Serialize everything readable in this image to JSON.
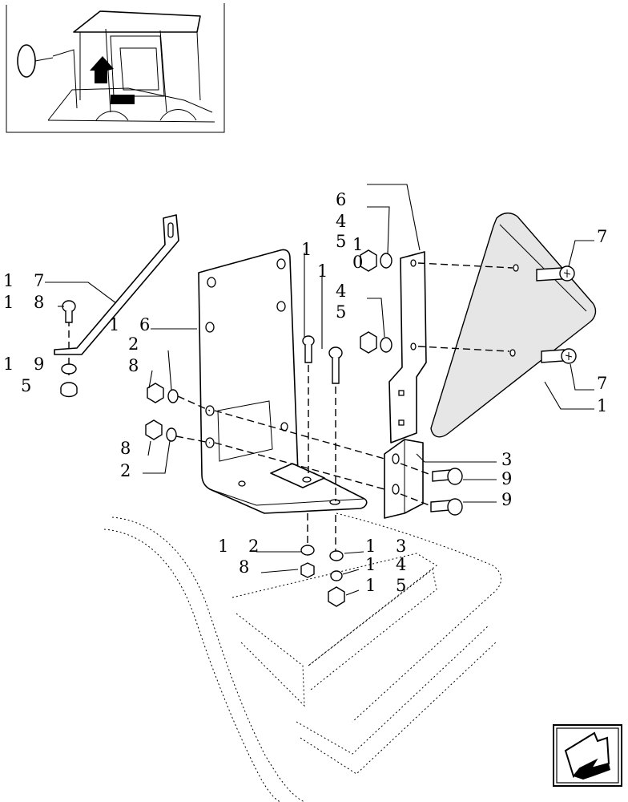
{
  "callouts": [
    {
      "id": "p6",
      "text": "6"
    },
    {
      "id": "p4a",
      "text": "4"
    },
    {
      "id": "p5a",
      "text": "5"
    },
    {
      "id": "p10a",
      "text": "1"
    },
    {
      "id": "p10b",
      "text": "0"
    },
    {
      "id": "p7a",
      "text": "7"
    },
    {
      "id": "p11a",
      "text": "1"
    },
    {
      "id": "p11b",
      "text": "1"
    },
    {
      "id": "p17",
      "text": "1 7"
    },
    {
      "id": "p18",
      "text": "1 8"
    },
    {
      "id": "p4b",
      "text": "4"
    },
    {
      "id": "p5b",
      "text": "5"
    },
    {
      "id": "p16",
      "text": "1 6"
    },
    {
      "id": "p2a",
      "text": "2"
    },
    {
      "id": "p8a",
      "text": "8"
    },
    {
      "id": "p19",
      "text": "1 9"
    },
    {
      "id": "p5c",
      "text": "5"
    },
    {
      "id": "p7b",
      "text": "7"
    },
    {
      "id": "p1",
      "text": "1"
    },
    {
      "id": "p8b",
      "text": "8"
    },
    {
      "id": "p2b",
      "text": "2"
    },
    {
      "id": "p3",
      "text": "3"
    },
    {
      "id": "p9a",
      "text": "9"
    },
    {
      "id": "p9b",
      "text": "9"
    },
    {
      "id": "p12",
      "text": "1 2"
    },
    {
      "id": "p13",
      "text": "1 3"
    },
    {
      "id": "p8c",
      "text": "8"
    },
    {
      "id": "p14",
      "text": "1 4"
    },
    {
      "id": "p15",
      "text": "1 5"
    }
  ],
  "icons": {
    "locator": "tractor-cab-locator-icon",
    "nav": "next-page-arrow-icon"
  }
}
